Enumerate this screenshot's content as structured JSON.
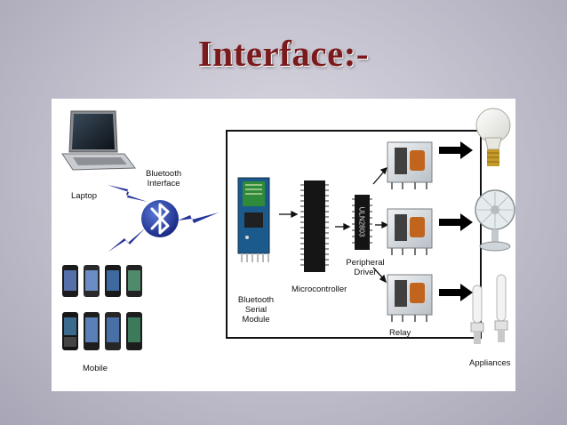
{
  "slide": {
    "title": "Interface:-"
  },
  "diagram": {
    "labels": {
      "laptop": "Laptop",
      "bluetooth_line1": "Bluetooth",
      "bluetooth_line2": "Interface",
      "mobile": "Mobile",
      "bt_module_line1": "Bluetooth",
      "bt_module_line2": "Serial",
      "bt_module_line3": "Module",
      "microcontroller": "Microcontroller",
      "driver_line1": "Peripheral",
      "driver_line2": "Driver",
      "driver_chip_text": "ULN2803",
      "relay": "Relay",
      "appliances": "Appliances"
    },
    "icons": [
      "laptop-icon",
      "bluetooth-icon",
      "mobile-phone-icon",
      "bluetooth-module-icon",
      "microcontroller-chip-icon",
      "driver-chip-icon",
      "relay-icon",
      "light-bulb-icon",
      "fan-icon",
      "cfl-lamp-icon"
    ],
    "colors": {
      "title": "#7b1a1c",
      "bluetooth_blue": "#1c2e8c",
      "relay_copper": "#c0641e",
      "line": "#111111"
    }
  }
}
